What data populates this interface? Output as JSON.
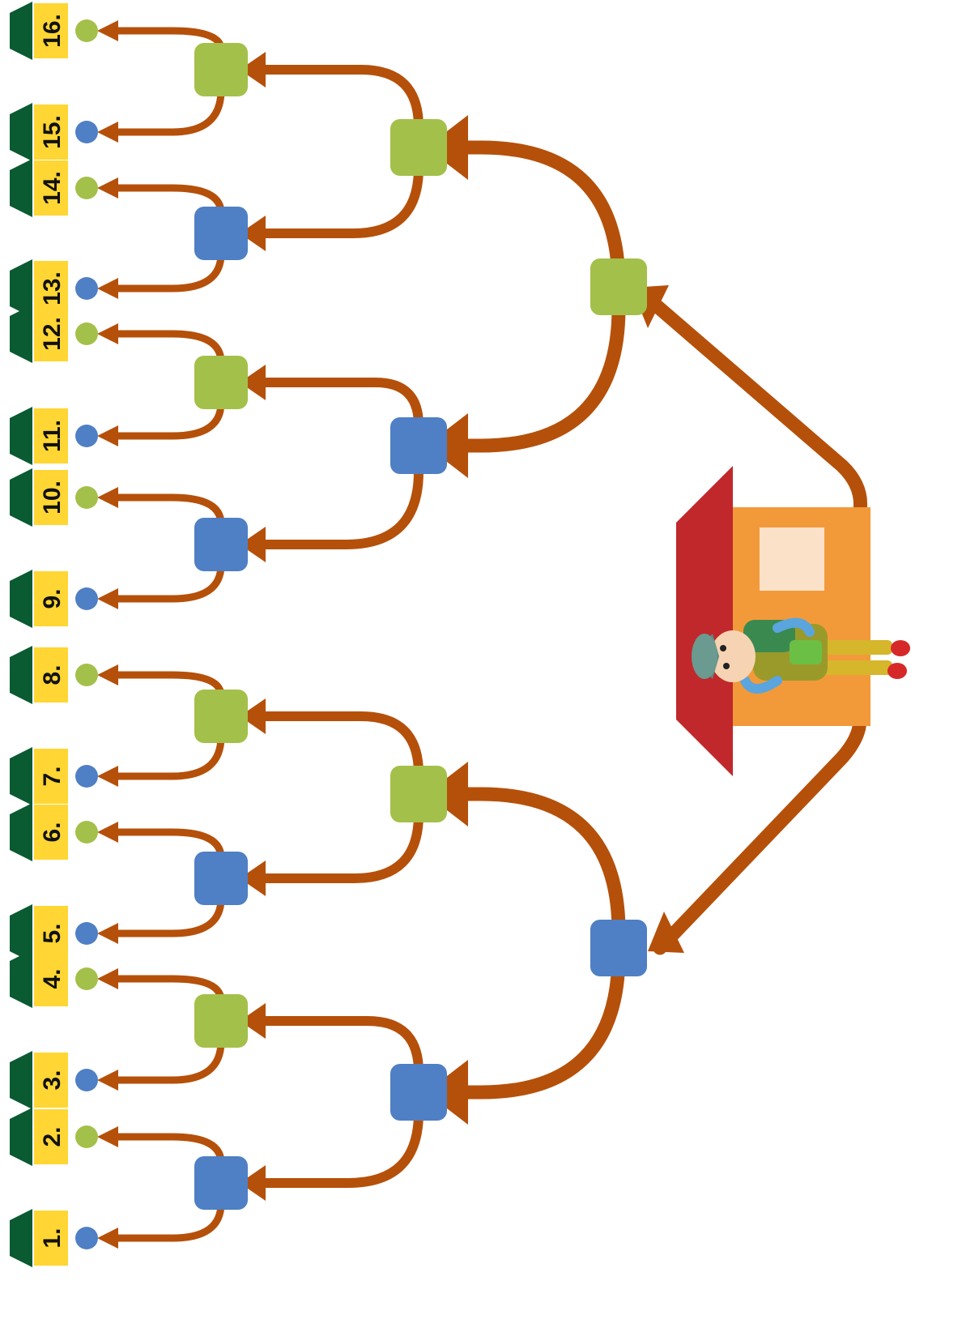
{
  "colors": {
    "arrow": "#b5500a",
    "green": "#a3c04a",
    "blue": "#4f7fc4",
    "flag": "#0a5a32",
    "label_bg": "#ffd633",
    "roof": "#c0282c",
    "wall": "#f29a3a",
    "window": "#fce1c9"
  },
  "ends": [
    {
      "n": "1.",
      "color": "blue"
    },
    {
      "n": "2.",
      "color": "green"
    },
    {
      "n": "3.",
      "color": "blue"
    },
    {
      "n": "4.",
      "color": "green"
    },
    {
      "n": "5.",
      "color": "blue"
    },
    {
      "n": "6.",
      "color": "green"
    },
    {
      "n": "7.",
      "color": "blue"
    },
    {
      "n": "8.",
      "color": "green"
    },
    {
      "n": "9.",
      "color": "blue"
    },
    {
      "n": "10.",
      "color": "green"
    },
    {
      "n": "11.",
      "color": "blue"
    },
    {
      "n": "12.",
      "color": "green"
    },
    {
      "n": "13.",
      "color": "blue"
    },
    {
      "n": "14.",
      "color": "green"
    },
    {
      "n": "15.",
      "color": "blue"
    },
    {
      "n": "16.",
      "color": "green"
    }
  ],
  "level3_nodes": [
    "blue",
    "green",
    "blue",
    "green",
    "blue",
    "green",
    "blue",
    "green"
  ],
  "level2_nodes": [
    "blue",
    "green",
    "blue",
    "green"
  ],
  "level1_nodes": [
    "blue",
    "green"
  ],
  "icons": [
    "house-icon",
    "boy-with-backpack-icon",
    "flag-icon"
  ]
}
